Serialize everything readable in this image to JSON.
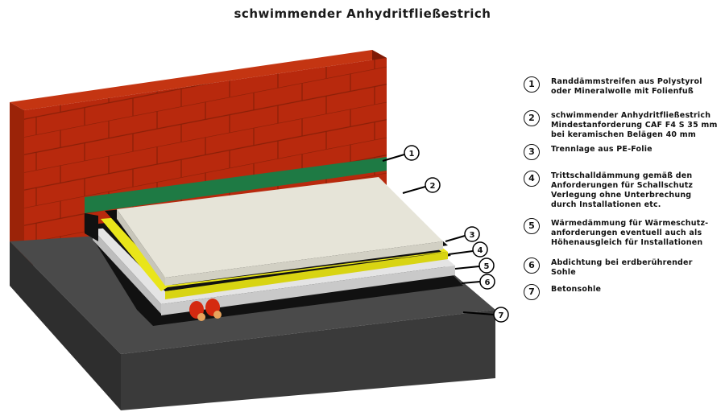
{
  "title": "schwimmender Anhydritfließestrich",
  "callouts": [
    "1",
    "2",
    "3",
    "4",
    "5",
    "6",
    "7"
  ],
  "legend": [
    {
      "num": "1",
      "lines": [
        "Randdämmstreifen aus Polystyrol",
        "oder Mineralwolle mit Folienfuß"
      ]
    },
    {
      "num": "2",
      "lines": [
        "schwimmender Anhydritfließestrich",
        "Mindestanforderung CAF F4 S 35 mm",
        "bei keramischen Belägen 40 mm"
      ]
    },
    {
      "num": "3",
      "lines": [
        "Trennlage aus PE-Folie"
      ]
    },
    {
      "num": "4",
      "lines": [
        "Trittschalldämmung gemäß den",
        "Anforderungen für Schallschutz",
        "Verlegung ohne Unterbrechung",
        "durch Installationen etc."
      ]
    },
    {
      "num": "5",
      "lines": [
        "Wärmedämmung für Wärmeschutz-",
        "anforderungen eventuell auch als",
        "Höhenausgleich für Installationen"
      ]
    },
    {
      "num": "6",
      "lines": [
        "Abdichtung bei erdberührender",
        "Sohle"
      ]
    },
    {
      "num": "7",
      "lines": [
        "Betonsohle"
      ]
    }
  ],
  "colors": {
    "brick": "#b8290d",
    "brick_top": "#c43512",
    "brick_side": "#7e1a06",
    "mortar": "#8a1f08",
    "edge_strip": "#1e7a44",
    "screed_top": "#e6e4d8",
    "screed_side": "#c8c6ba",
    "pe_foil": "#0d0d0d",
    "impact_insulation": "#e9e51a",
    "thermal_insulation": "#d6d6d6",
    "sealing": "#111111",
    "concrete_top": "#4a4a4a",
    "concrete_front": "#3a3a3a",
    "pipes": "#d42a10"
  }
}
